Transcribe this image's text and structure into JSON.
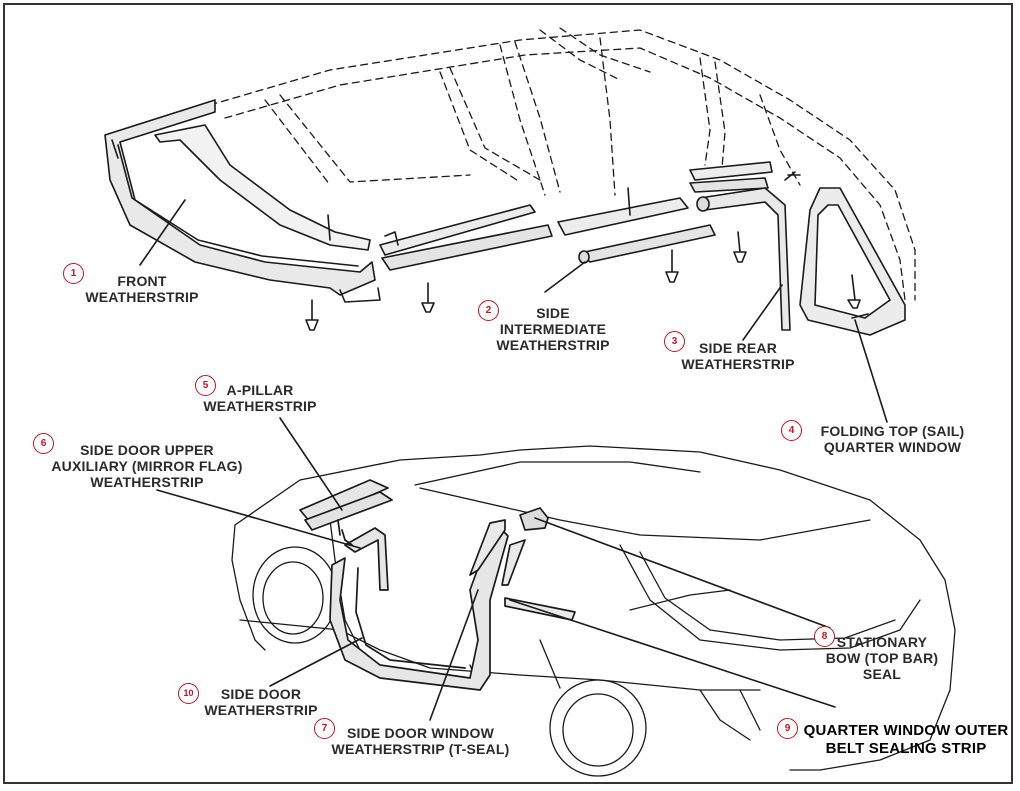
{
  "callouts": [
    {
      "num": "1",
      "lines": [
        "FRONT",
        "WEATHERSTRIP"
      ]
    },
    {
      "num": "2",
      "lines": [
        "SIDE",
        "INTERMEDIATE",
        "WEATHERSTRIP"
      ]
    },
    {
      "num": "3",
      "lines": [
        "SIDE REAR",
        "WEATHERSTRIP"
      ]
    },
    {
      "num": "4",
      "lines": [
        "FOLDING TOP (SAIL)",
        "QUARTER WINDOW"
      ]
    },
    {
      "num": "5",
      "lines": [
        "A-PILLAR",
        "WEATHERSTRIP"
      ]
    },
    {
      "num": "6",
      "lines": [
        "SIDE DOOR UPPER",
        "AUXILIARY (MIRROR FLAG)",
        "WEATHERSTRIP"
      ]
    },
    {
      "num": "7",
      "lines": [
        "SIDE DOOR WINDOW",
        "WEATHERSTRIP (T-SEAL)"
      ]
    },
    {
      "num": "8",
      "lines": [
        "STATIONARY",
        "BOW (TOP BAR)",
        "SEAL"
      ]
    },
    {
      "num": "9",
      "lines": [
        "QUARTER WINDOW OUTER",
        "BELT SEALING STRIP"
      ]
    },
    {
      "num": "10",
      "lines": [
        "SIDE DOOR",
        "WEATHERSTRIP"
      ]
    }
  ],
  "colors": {
    "badge": "#c0141e",
    "line": "#1a1a1a",
    "label": "#2a2a2a"
  }
}
